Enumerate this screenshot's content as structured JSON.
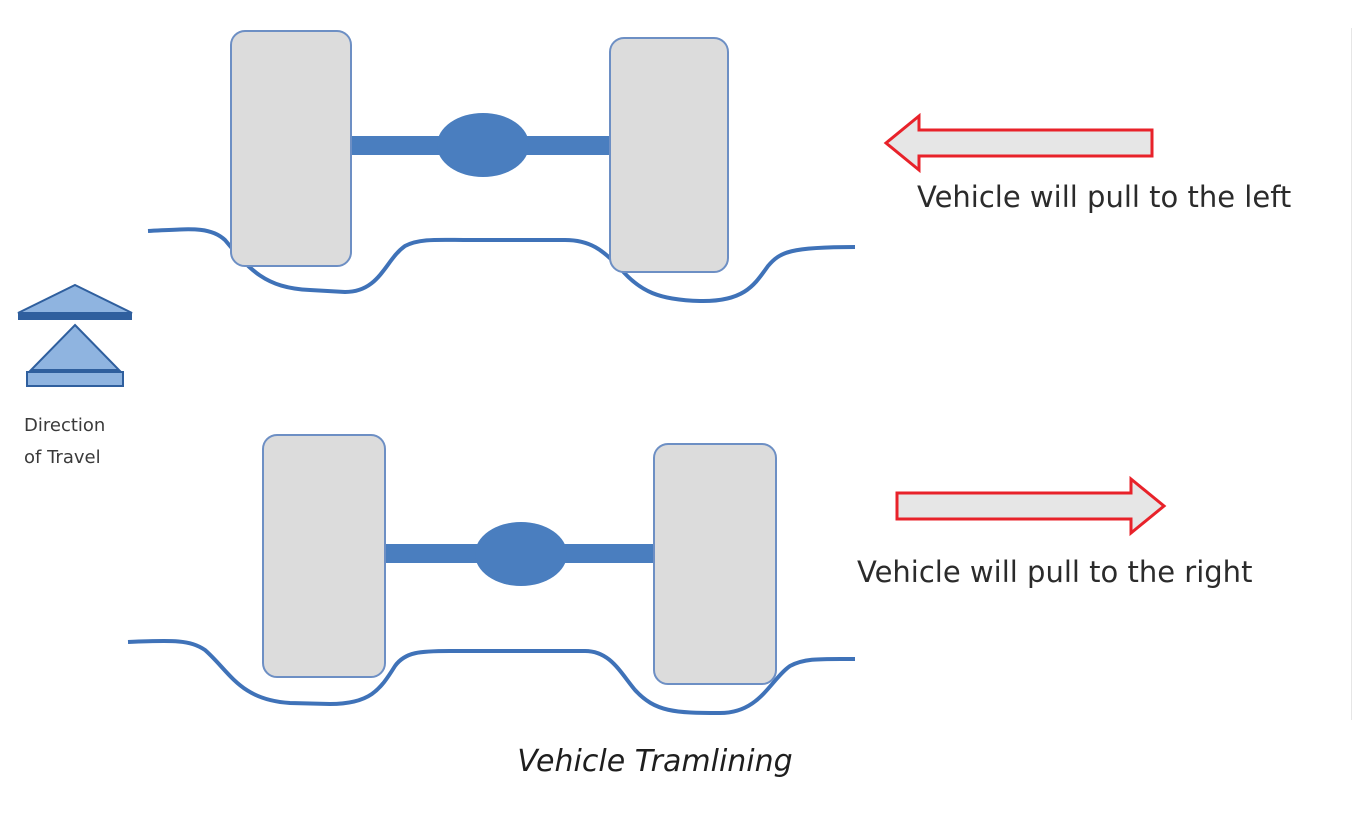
{
  "labels": {
    "pull_left": "Vehicle will pull to the left",
    "pull_right": "Vehicle will pull to the right",
    "direction_line1": "Direction",
    "direction_line2": "of Travel"
  },
  "caption": "Vehicle Tramlining",
  "icons": {
    "travel_direction": "up-arrow-icon",
    "pull_left": "left-arrow-icon",
    "pull_right": "right-arrow-icon"
  },
  "colors": {
    "axle_blue": "#4a7ebf",
    "road_blue": "#3f72b8",
    "tyre_fill": "#dcdcdc",
    "tyre_stroke": "#6d8fc4",
    "arrow_red": "#e8222a",
    "arrow_fill": "#e6e6e6",
    "direction_arrow": "#8fb4e0"
  }
}
